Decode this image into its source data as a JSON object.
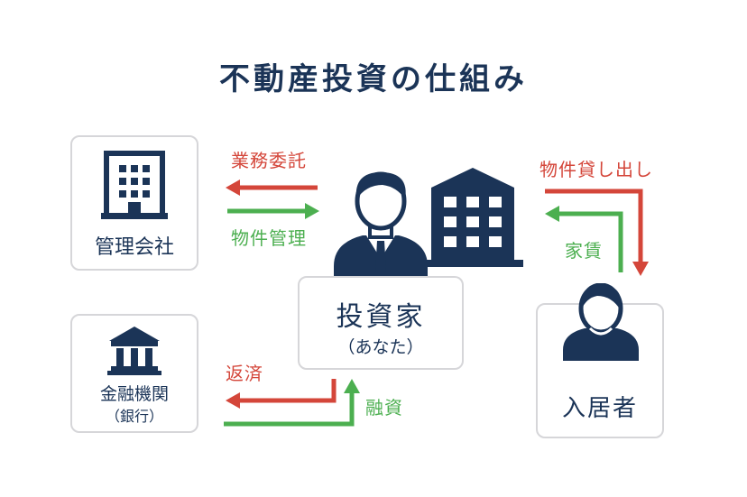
{
  "title": "不動産投資の仕組み",
  "colors": {
    "navy": "#1b3457",
    "red": "#d4463a",
    "green": "#4caf50",
    "box_border": "#d6d6d9"
  },
  "nodes": {
    "management": {
      "label": "管理会社",
      "icon": "office-building-icon"
    },
    "bank": {
      "label": "金融機関",
      "sublabel": "（銀行）",
      "icon": "bank-icon"
    },
    "investor": {
      "label": "投資家",
      "sublabel": "（あなた）",
      "icon": "businessman-icon",
      "property_icon": "apartment-building-icon"
    },
    "tenant": {
      "label": "入居者",
      "icon": "person-icon"
    }
  },
  "flows": {
    "outsourcing": "業務委託",
    "property_management": "物件管理",
    "repayment": "返済",
    "financing": "融資",
    "rental": "物件貸し出し",
    "rent": "家賃"
  }
}
